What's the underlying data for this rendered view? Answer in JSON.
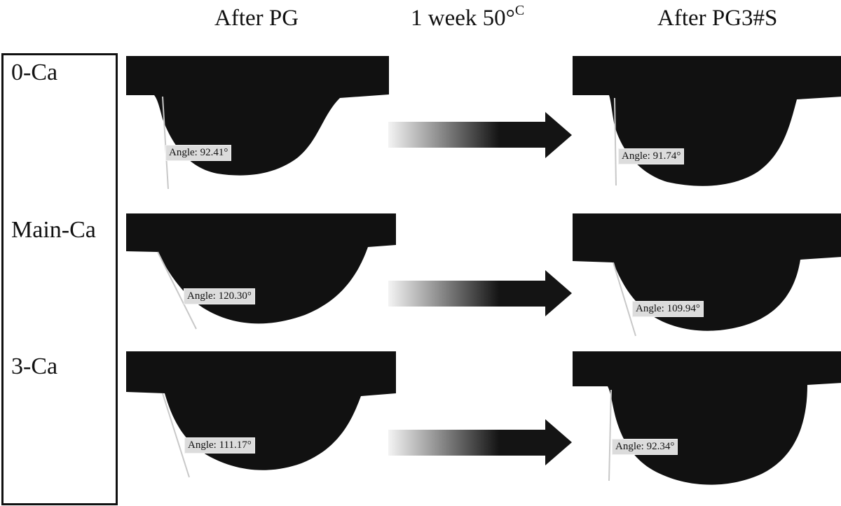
{
  "headers": {
    "after_pg": "After PG",
    "condition_main": "1 week 50°",
    "condition_sup": "C",
    "after_pg3s": "After PG3#S"
  },
  "rows": [
    {
      "label": "0-Ca",
      "before_angle": "Angle: 92.41°",
      "after_angle": "Angle: 91.74°"
    },
    {
      "label": "Main-Ca",
      "before_angle": "Angle: 120.30°",
      "after_angle": "Angle: 109.94°"
    },
    {
      "label": "3-Ca",
      "before_angle": "Angle: 111.17°",
      "after_angle": "Angle: 92.34°"
    }
  ],
  "colors": {
    "drop": "#111111",
    "arrow_dark": "#141414",
    "arrow_light": "#f4f4f4",
    "label_bg": "#dcdcdc"
  }
}
